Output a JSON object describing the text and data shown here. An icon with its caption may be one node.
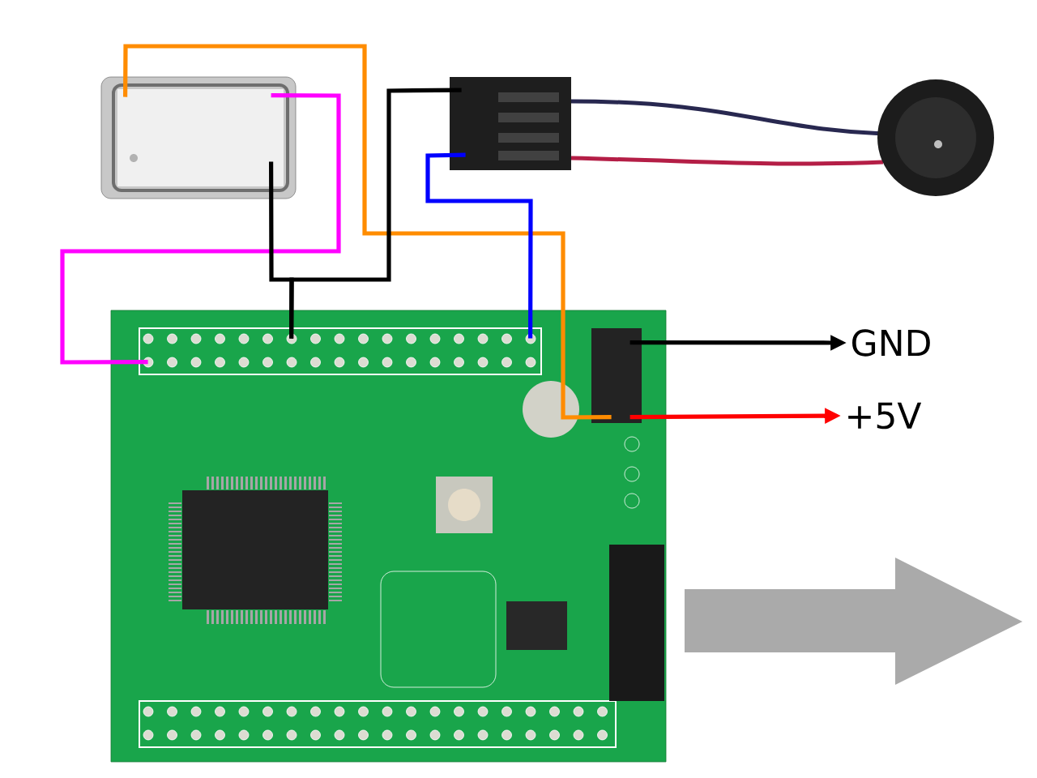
{
  "diagram": {
    "nodes": [
      {
        "text": [],
        "shape": "picture"
      },
      {
        "text": [],
        "shape": "picture"
      },
      {
        "text": [],
        "shape": "picture"
      },
      {
        "text": [
          "GND"
        ]
      },
      {
        "text": [
          "+5V"
        ]
      }
    ],
    "edges": [
      {
        "from": 0,
        "to": 2,
        "arrow": "none",
        "color": "#ff8c00"
      },
      {
        "from": 0,
        "to": 2,
        "arrow": "none",
        "color": "#ff00ff"
      },
      {
        "from": 0,
        "to": 2,
        "arrow": "none",
        "color": "#000000"
      },
      {
        "from": 1,
        "to": 2,
        "arrow": "none",
        "color": "#000000"
      },
      {
        "from": 1,
        "to": 2,
        "arrow": "none",
        "color": "#0000ff"
      },
      {
        "from": 2,
        "to": 3,
        "arrow": "to",
        "color": "#000000"
      },
      {
        "from": 2,
        "to": 4,
        "arrow": "to",
        "color": "#ff0000"
      }
    ]
  }
}
